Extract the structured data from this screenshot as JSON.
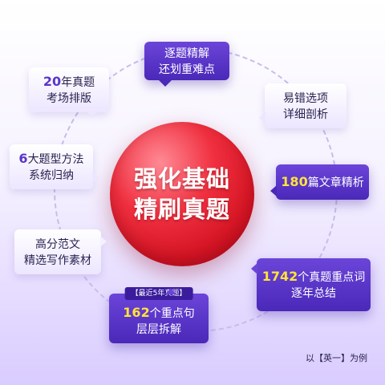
{
  "center": {
    "line1": "强化基础",
    "line2": "精刷真题"
  },
  "features": [
    {
      "pre": "",
      "highlight": "",
      "post": "逐题精解",
      "line2": "还划重难点",
      "style": "dark"
    },
    {
      "pre": "",
      "highlight": "",
      "post": "易错选项",
      "line2": "详细剖析",
      "style": "light"
    },
    {
      "pre": "",
      "highlight": "180",
      "post": "篇文章精析",
      "line2": "",
      "style": "dark"
    },
    {
      "pre": "",
      "highlight": "1742",
      "post": "个真题重点词",
      "line2": "逐年总结",
      "style": "dark"
    },
    {
      "tag": "【最近5年真题】",
      "pre": "",
      "highlight": "162",
      "post": "个重点句",
      "line2": "层层拆解",
      "style": "dark"
    },
    {
      "pre": "",
      "highlight": "",
      "post": "高分范文",
      "line2": "精选写作素材",
      "style": "light"
    },
    {
      "pre": "",
      "highlight": "6",
      "post": "大题型方法",
      "line2": "系统归纳",
      "style": "light"
    },
    {
      "pre": "",
      "highlight": "20",
      "post": "年真题",
      "line2": "考场排版",
      "style": "light"
    }
  ],
  "footnote": "以【英一】为例",
  "colors": {
    "card_dark": "#5a35c8",
    "card_light": "#ece6ff",
    "highlight_dark": "#ffe33a",
    "highlight_light": "#5a35c8",
    "core_red": "#e3202f",
    "ring": "#c9bde9"
  }
}
